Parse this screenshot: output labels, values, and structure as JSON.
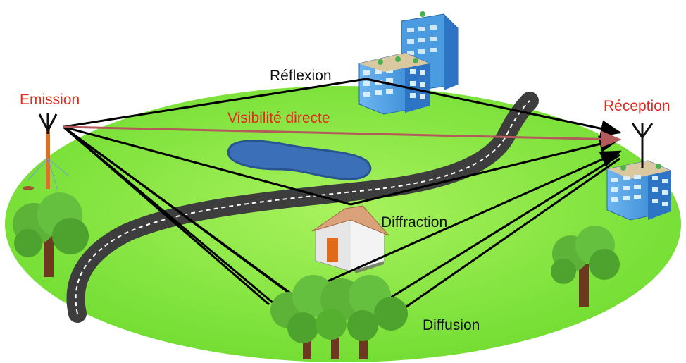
{
  "labels": {
    "emission": "Emission",
    "reception": "Réception",
    "reflexion": "Réflexion",
    "direct": "Visibilité directe",
    "diffraction": "Diffraction",
    "diffusion": "Diffusion"
  },
  "colors": {
    "ground": "#7ee83a",
    "ground_edge": "#5cc22a",
    "lake": "#3b70b8",
    "road": "#444444",
    "ray": "#000000",
    "direct_ray": "#b35a5a",
    "label_red": "#e0291f",
    "tree_leaf": "#55b030",
    "trunk": "#6b3a1e",
    "building": "#4b9be0"
  }
}
